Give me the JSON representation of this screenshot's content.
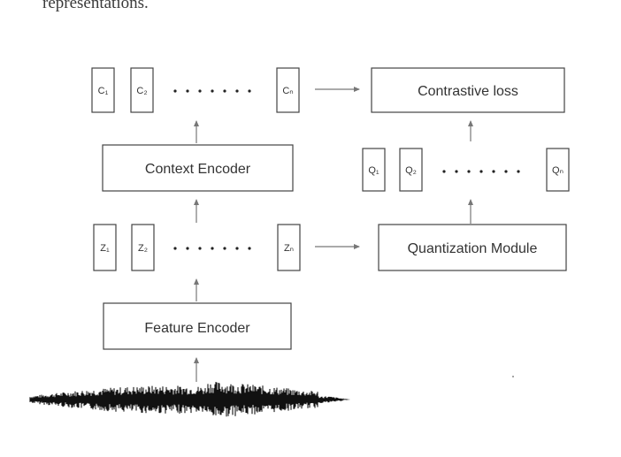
{
  "header_fragment": "representations.",
  "context_tokens": [
    "C₁",
    "C₂",
    "Cₙ"
  ],
  "latent_tokens": [
    "Z₁",
    "Z₂",
    "Zₙ"
  ],
  "quantized_tokens": [
    "Q₁",
    "Q₂",
    "Qₙ"
  ],
  "boxes": {
    "contrastive_loss": "Contrastive loss",
    "context_encoder": "Context Encoder",
    "quantization_module": "Quantization Module",
    "feature_encoder": "Feature Encoder"
  },
  "colors": {
    "stroke": "#444444",
    "arrow": "#777777",
    "text": "#333333",
    "waveform": "#111111"
  },
  "icon": "waveform-icon"
}
